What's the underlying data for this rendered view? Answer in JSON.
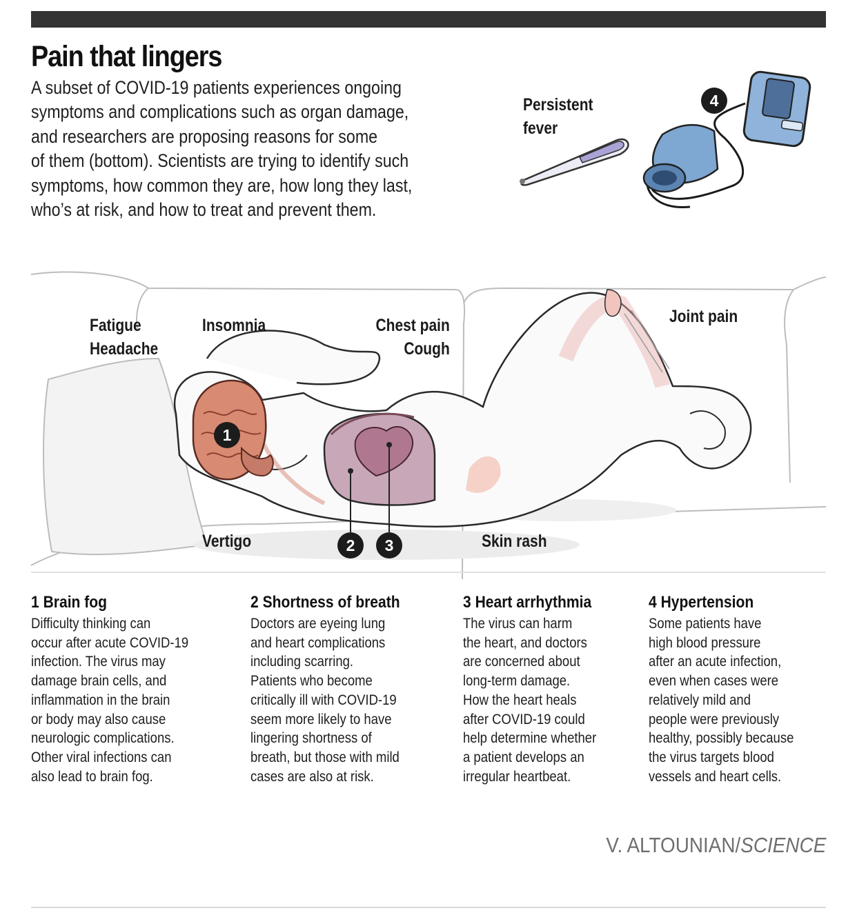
{
  "title": "Pain that lingers",
  "intro": [
    "A subset of COVID-19 patients experiences ongoing",
    "symptoms and complications such as organ damage,",
    "and researchers are proposing reasons for some",
    "of them (bottom). Scientists are trying to identify such",
    "symptoms, how common they are, how long they last,",
    "who’s at risk, and how to treat and prevent them."
  ],
  "callouts": {
    "fever": [
      "Persistent",
      "fever"
    ],
    "fatigue_headache": [
      "Fatigue",
      "Headache"
    ],
    "insomnia": "Insomnia",
    "chest": [
      "Chest pain",
      "Cough"
    ],
    "joint": "Joint pain",
    "vertigo": "Vertigo",
    "skin": "Skin rash"
  },
  "badges": [
    "1",
    "2",
    "3",
    "4"
  ],
  "sections": [
    {
      "heading": "1 Brain fog",
      "lines": [
        "Difficulty thinking can",
        "occur after acute COVID-19",
        "infection. The virus may",
        "damage brain cells, and",
        "inflammation in the brain",
        "or body may also cause",
        "neurologic complications.",
        "Other viral infections can",
        "also lead to brain fog."
      ]
    },
    {
      "heading": "2 Shortness of breath",
      "lines": [
        "Doctors are eyeing lung",
        "and heart complications",
        "including scarring.",
        "Patients who become",
        "critically ill with COVID-19",
        "seem more likely to have",
        "lingering shortness of",
        "breath, but those with mild",
        "cases are also at risk."
      ]
    },
    {
      "heading": "3 Heart arrhythmia",
      "lines": [
        "The virus can harm",
        "the heart, and doctors",
        "are concerned about",
        "long-term damage.",
        "How the heart heals",
        "after COVID-19 could",
        "help determine whether",
        "a patient develops an",
        "irregular heartbeat."
      ]
    },
    {
      "heading": "4 Hypertension",
      "lines": [
        "Some patients have",
        "high blood pressure",
        "after an acute infection,",
        "even when cases were",
        "relatively mild and",
        "people were previously",
        "healthy, possibly because",
        "the virus targets blood",
        "vessels and heart cells."
      ]
    }
  ],
  "credit": {
    "name": "V. ALTOUNIAN/",
    "outlet": "SCIENCE"
  },
  "colors": {
    "bar": "#333333",
    "badge": "#1c1c1c",
    "brain": "#d98a72",
    "lung": "#c8a8b8",
    "heart": "#b07890",
    "monitor": "#7ea7d2",
    "thermometer": "#a9a3d6",
    "rash": "#f3c9bd",
    "credit": "#6f6f6f"
  },
  "icons": [
    "thermometer-icon",
    "blood-pressure-monitor-icon",
    "brain-icon",
    "lungs-icon",
    "heart-icon"
  ]
}
